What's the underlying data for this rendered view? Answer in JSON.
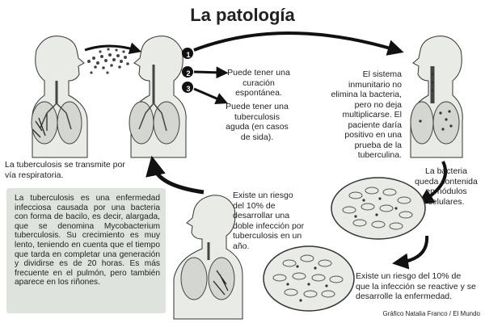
{
  "title": "La patología",
  "labels": {
    "transmission": "La tuberculosis  se transmite por vía respiratoria.",
    "cure": "Puede tener una curación espontánea.",
    "acute": "Puede tener una tuberculosis aguda (en casos de sida).",
    "immune": "El sistema inmunitario no elimina la bacteria, pero no deja multiplicarse. El paciente daría positivo en una prueba de la tuberculina.",
    "nodules": "La bacteria queda contenida en nódulos celulares.",
    "reactivation": "Existe un riesgo del 10% de que la infección se reactive y se desarrolle la enfermedad.",
    "hiv_risk": "Existe un riesgo del 10% de desarrollar una doble infección por tuberculosis en un año.",
    "info": "La tuberculosis es una enfermedad infecciosa causada por una bacteria con forma de bacilo, es decir, alargada, que se denomina Mycobacterium tuberculosis. Su crecimiento es muy lento, teniendo en cuenta que el tiempo que tarda en completar una generación y dividirse es de 20 horas. Es más frecuente en el pulmón, pero también aparece en los riñones.",
    "credit": "Gráfico Natalia Franco / El Mundo"
  },
  "steps": [
    "1",
    "2",
    "3"
  ],
  "colors": {
    "lung": "#d3d6d1",
    "skin": "#e9ebe7",
    "outline": "#333333",
    "box": "#dfe3dd",
    "bacteria": "#555555"
  }
}
